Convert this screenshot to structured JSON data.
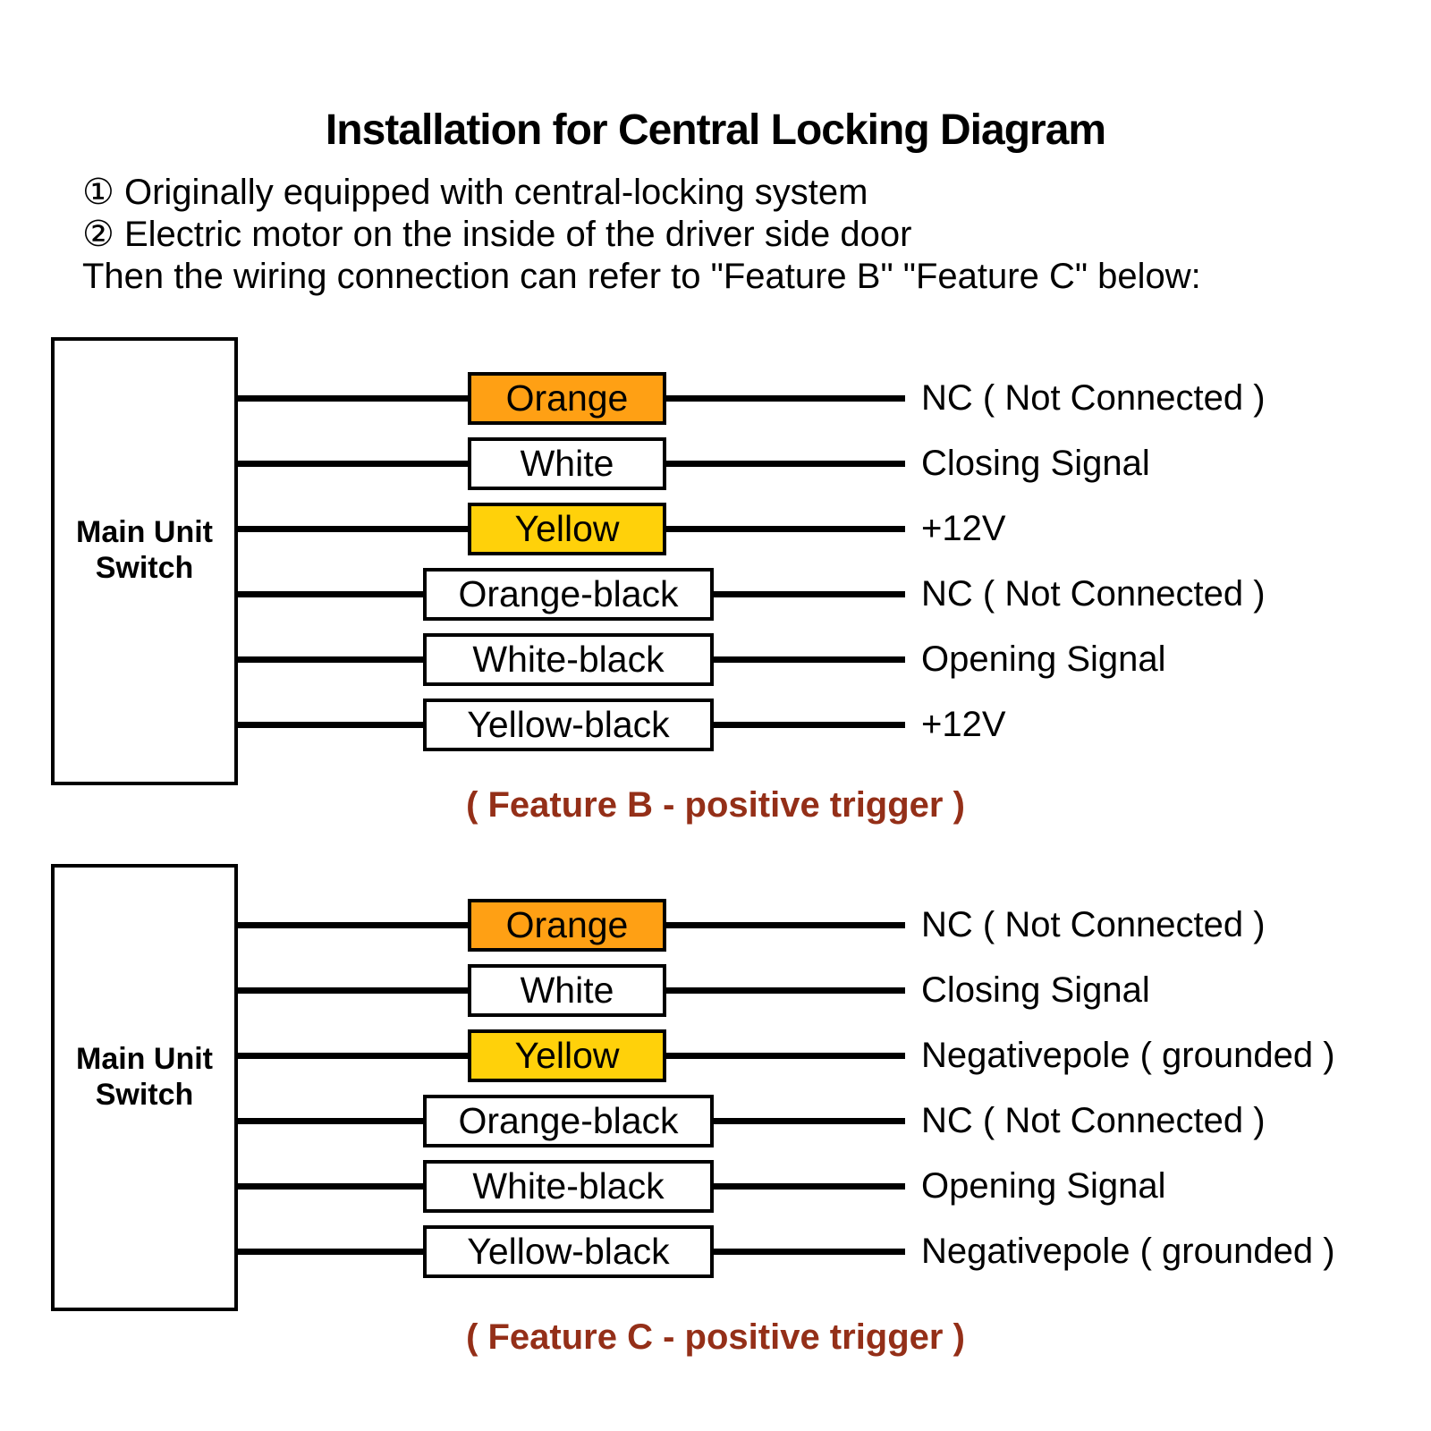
{
  "header": {
    "title": "Installation for Central Locking Diagram"
  },
  "notes": [
    "① Originally equipped with central-locking system",
    "② Electric motor on the inside of the driver side door",
    "Then the wiring connection can refer to \"Feature B\" \"Feature C\" below:"
  ],
  "colors": {
    "wire_orange_fill": "#FFA014",
    "wire_yellow_fill": "#FFD10A",
    "wire_white_fill": "#FFFFFF",
    "caption_color": "#942F18",
    "wire_line_color": "#000000"
  },
  "diagrams": [
    {
      "unit_label": "Main Unit Switch",
      "caption": "( Feature B - positive trigger )",
      "rows": [
        {
          "wire_label": "Orange",
          "fill": "#FFA014",
          "signal": "NC ( Not Connected )"
        },
        {
          "wire_label": "White",
          "fill": "#FFFFFF",
          "signal": "Closing Signal"
        },
        {
          "wire_label": "Yellow",
          "fill": "#FFD10A",
          "signal": "+12V"
        },
        {
          "wire_label": "Orange-black",
          "fill": "#FFFFFF",
          "signal": "NC ( Not Connected )"
        },
        {
          "wire_label": "White-black",
          "fill": "#FFFFFF",
          "signal": "Opening Signal"
        },
        {
          "wire_label": "Yellow-black",
          "fill": "#FFFFFF",
          "signal": "+12V"
        }
      ]
    },
    {
      "unit_label": "Main Unit Switch",
      "caption": "( Feature C - positive trigger )",
      "rows": [
        {
          "wire_label": "Orange",
          "fill": "#FFA014",
          "signal": "NC ( Not Connected )"
        },
        {
          "wire_label": "White",
          "fill": "#FFFFFF",
          "signal": "Closing Signal"
        },
        {
          "wire_label": "Yellow",
          "fill": "#FFD10A",
          "signal": "Negativepole ( grounded )"
        },
        {
          "wire_label": "Orange-black",
          "fill": "#FFFFFF",
          "signal": "NC ( Not Connected )"
        },
        {
          "wire_label": "White-black",
          "fill": "#FFFFFF",
          "signal": "Opening Signal"
        },
        {
          "wire_label": "Yellow-black",
          "fill": "#FFFFFF",
          "signal": "Negativepole ( grounded )"
        }
      ]
    }
  ]
}
